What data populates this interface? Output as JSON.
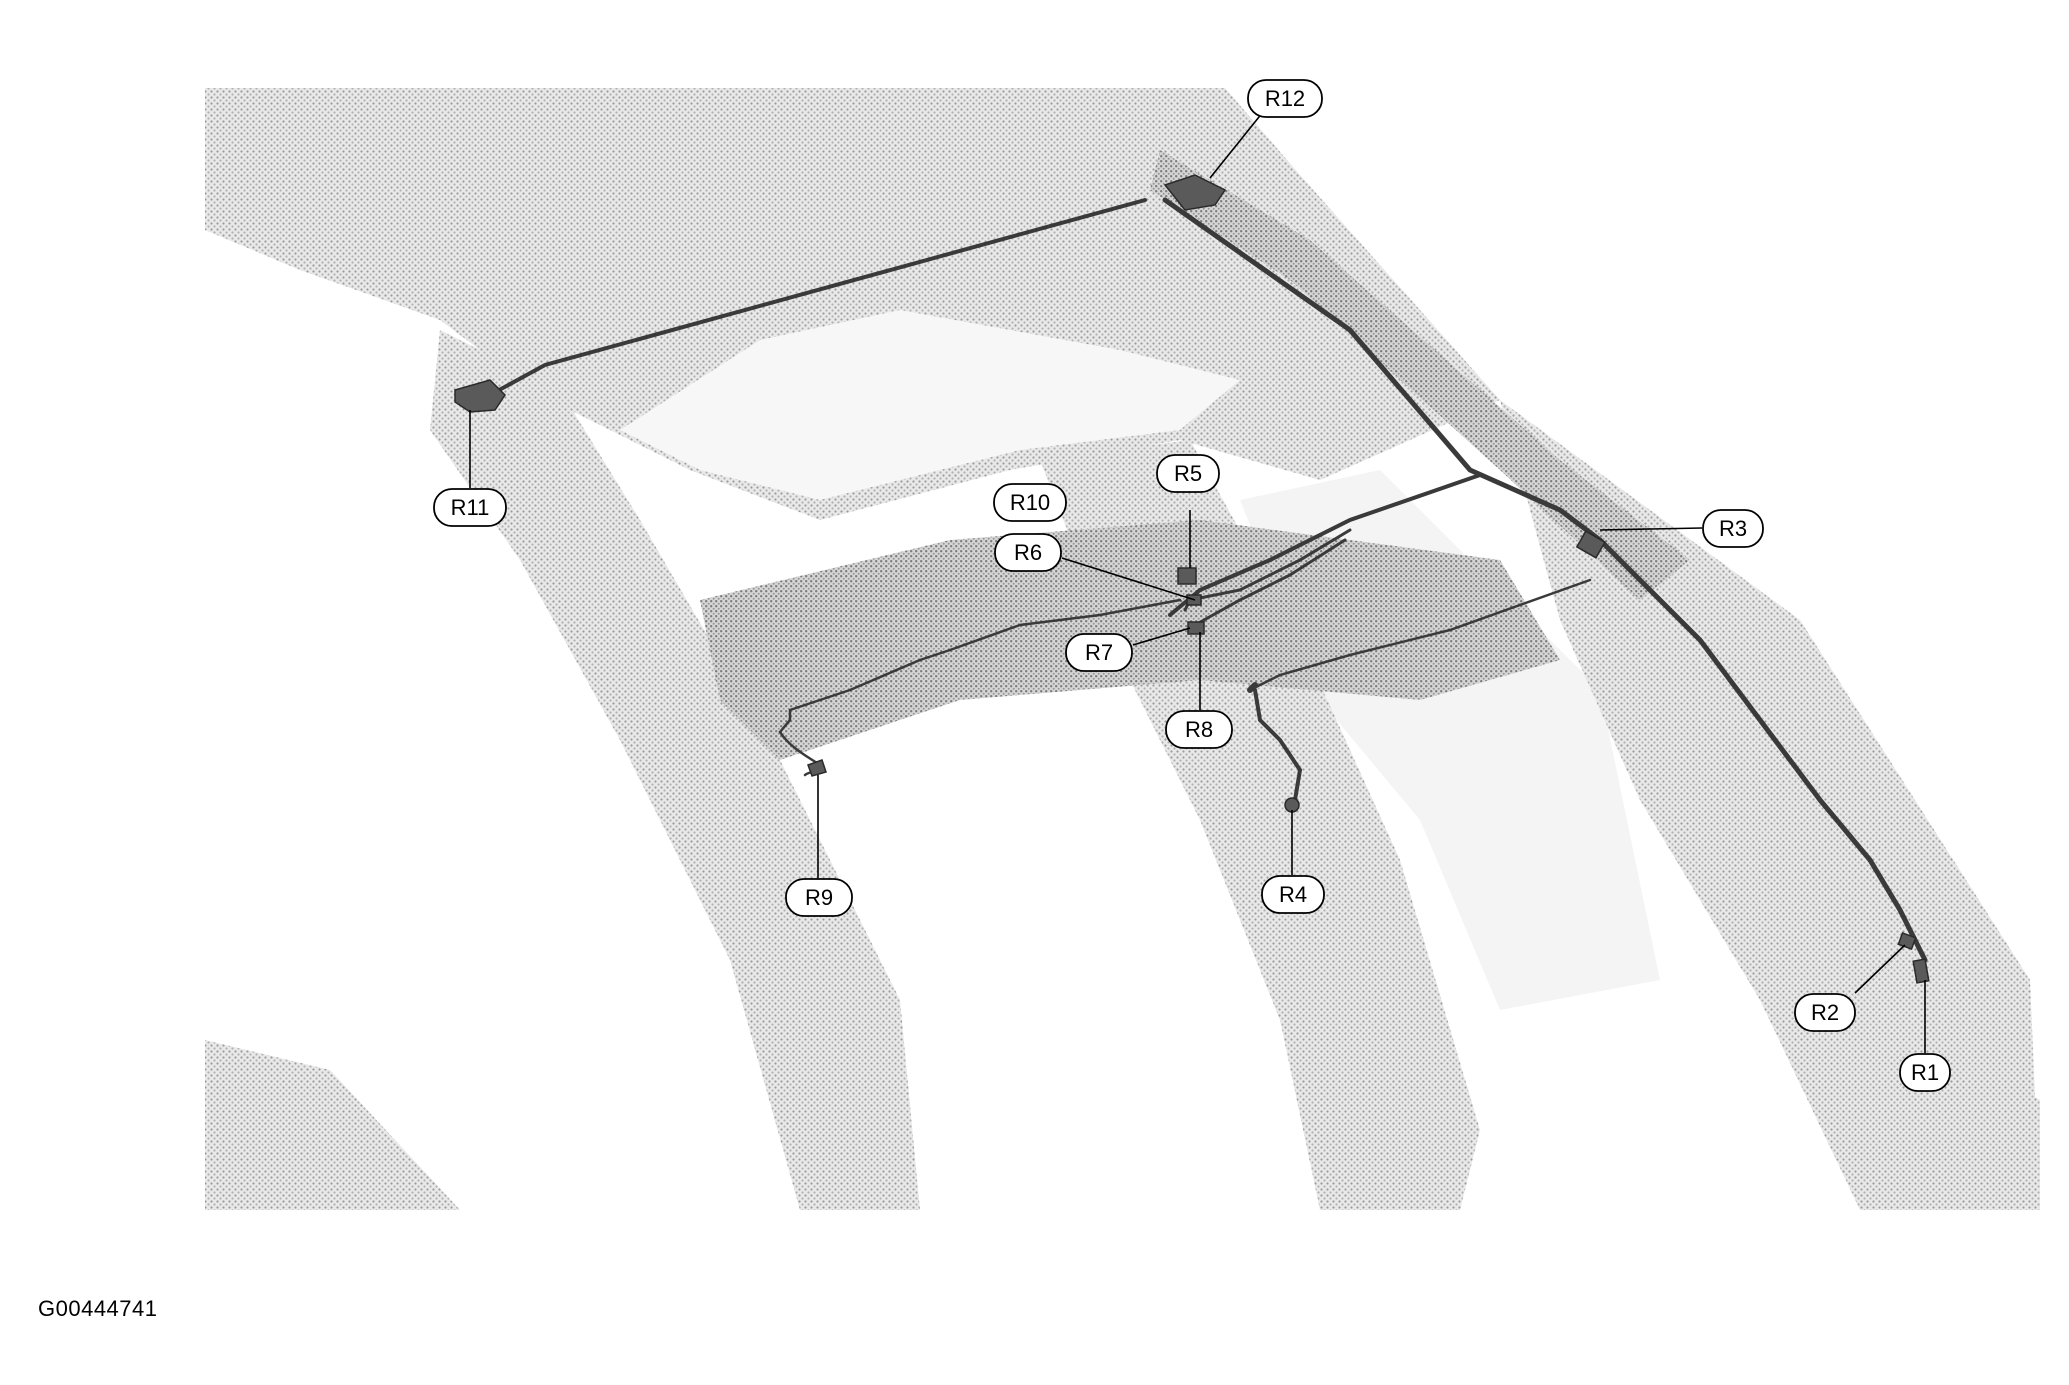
{
  "figure_id": "G00444741",
  "callouts": [
    "R1",
    "R2",
    "R3",
    "R4",
    "R5",
    "R6",
    "R7",
    "R8",
    "R9",
    "R10",
    "R11",
    "R12"
  ],
  "colors": {
    "body_shade": "#c8c8c8",
    "harness": "#3a3a3a",
    "callout_stroke": "#000000"
  }
}
